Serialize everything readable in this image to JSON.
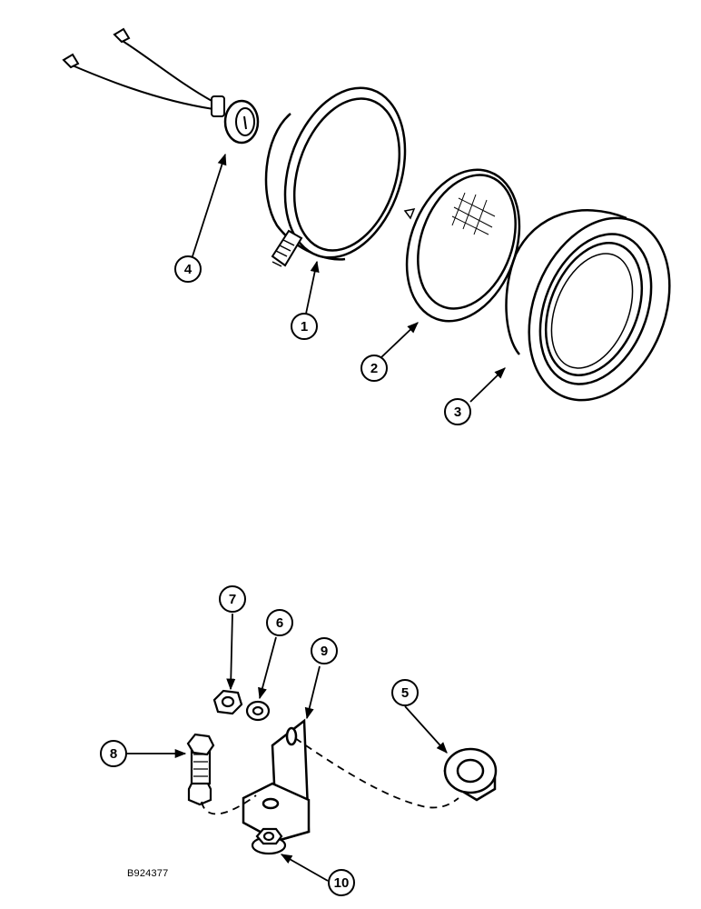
{
  "callouts": {
    "c1": "1",
    "c2": "2",
    "c3": "3",
    "c4": "4",
    "c5": "5",
    "c6": "6",
    "c7": "7",
    "c8": "8",
    "c9": "9",
    "c10": "10"
  },
  "reference_code": "B924377"
}
